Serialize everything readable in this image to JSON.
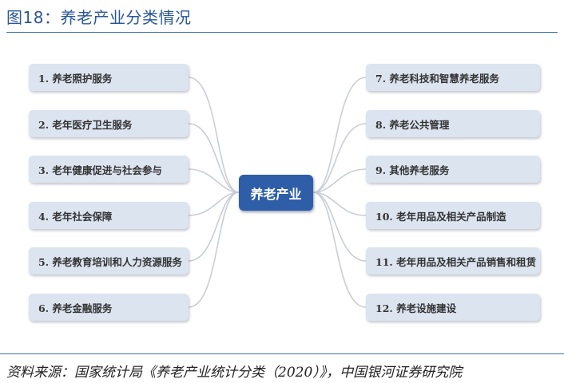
{
  "figure": {
    "title": "图18：养老产业分类情况",
    "source": "资料来源：国家统计局《养老产业统计分类（2020）》，中国银河证券研究院"
  },
  "center": {
    "label": "养老产业"
  },
  "left_items": [
    "1. 养老照护服务",
    "2. 老年医疗卫生服务",
    "3. 老年健康促进与社会参与",
    "4. 老年社会保障",
    "5. 养老教育培训和人力资源服务",
    "6. 养老金融服务"
  ],
  "right_items": [
    "7. 养老科技和智慧养老服务",
    "8. 养老公共管理",
    "9. 其他养老服务",
    "10. 老年用品及相关产品制造",
    "11. 老年用品及相关产品销售和租赁",
    "12. 养老设施建设"
  ],
  "colors": {
    "title": "#2b5797",
    "node_fill": "#dce4f0",
    "center_fill": "#2e5ea8",
    "connector": "#c9cdd4"
  }
}
